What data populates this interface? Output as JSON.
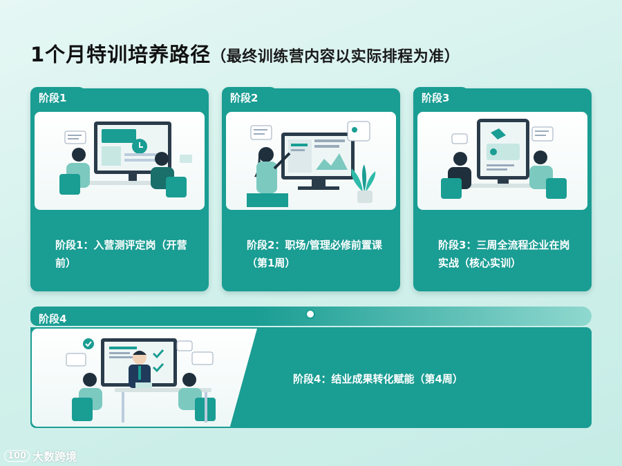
{
  "title": {
    "main": "1个月特训培养路径",
    "sub": "（最终训练营内容以实际排程为准）"
  },
  "stages": [
    {
      "tab": "阶段1",
      "caption": "阶段1：入营测评定岗（开营前）",
      "illustration": "two-people-desk-monitor-icon"
    },
    {
      "tab": "阶段2",
      "caption": "阶段2：职场/管理必修前置课（第1周）",
      "illustration": "presenter-screen-icon"
    },
    {
      "tab": "阶段3",
      "caption": "阶段3：三周全流程企业在岗实战（核心实训）",
      "illustration": "two-people-tablet-icon"
    },
    {
      "tab": "阶段4",
      "caption": "阶段4：结业成果转化赋能（第4周）",
      "illustration": "meeting-group-icon"
    }
  ],
  "colors": {
    "accent": "#1a9d93",
    "background": "#d3f1ec",
    "illustration_bg": "#ffffff"
  },
  "logo": {
    "mark": "100",
    "text": "大数跨境"
  }
}
